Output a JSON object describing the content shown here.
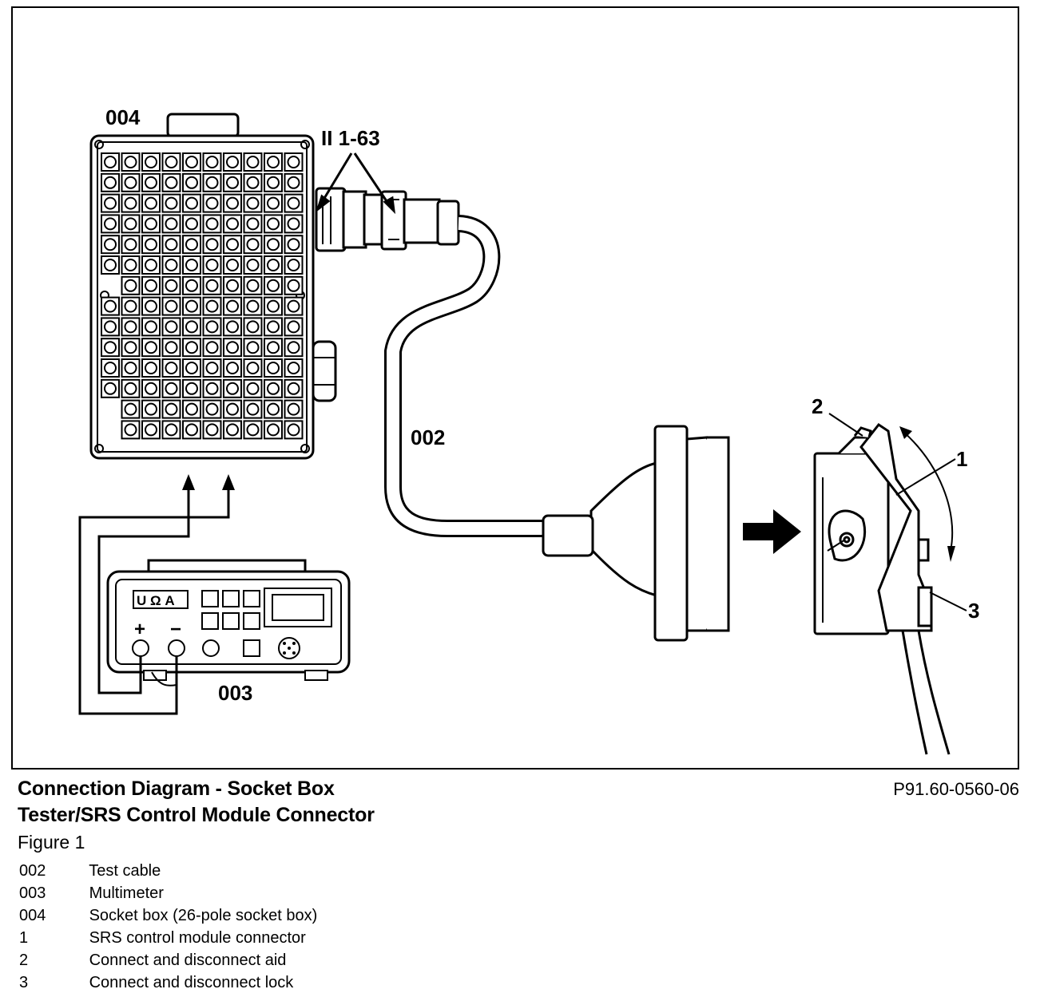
{
  "diagram": {
    "labels": {
      "socket_box": "004",
      "connector_ref": "II 1-63",
      "test_cable": "002",
      "multimeter": "003",
      "item_1": "1",
      "item_2": "2",
      "item_3": "3"
    },
    "multimeter_panel": {
      "mode_text": "U Ω A",
      "plus": "+",
      "minus": "−"
    }
  },
  "caption": {
    "title_line1": "Connection Diagram - Socket Box",
    "title_line2": "Tester/SRS Control Module Connector",
    "reference": "P91.60-0560-06",
    "figure": "Figure 1"
  },
  "legend": [
    {
      "key": "002",
      "text": "Test cable"
    },
    {
      "key": "003",
      "text": "Multimeter"
    },
    {
      "key": "004",
      "text": "Socket box (26-pole socket box)"
    },
    {
      "key": "1",
      "text": "SRS control module connector"
    },
    {
      "key": "2",
      "text": "Connect and disconnect aid"
    },
    {
      "key": "3",
      "text": "Connect and disconnect lock"
    }
  ]
}
